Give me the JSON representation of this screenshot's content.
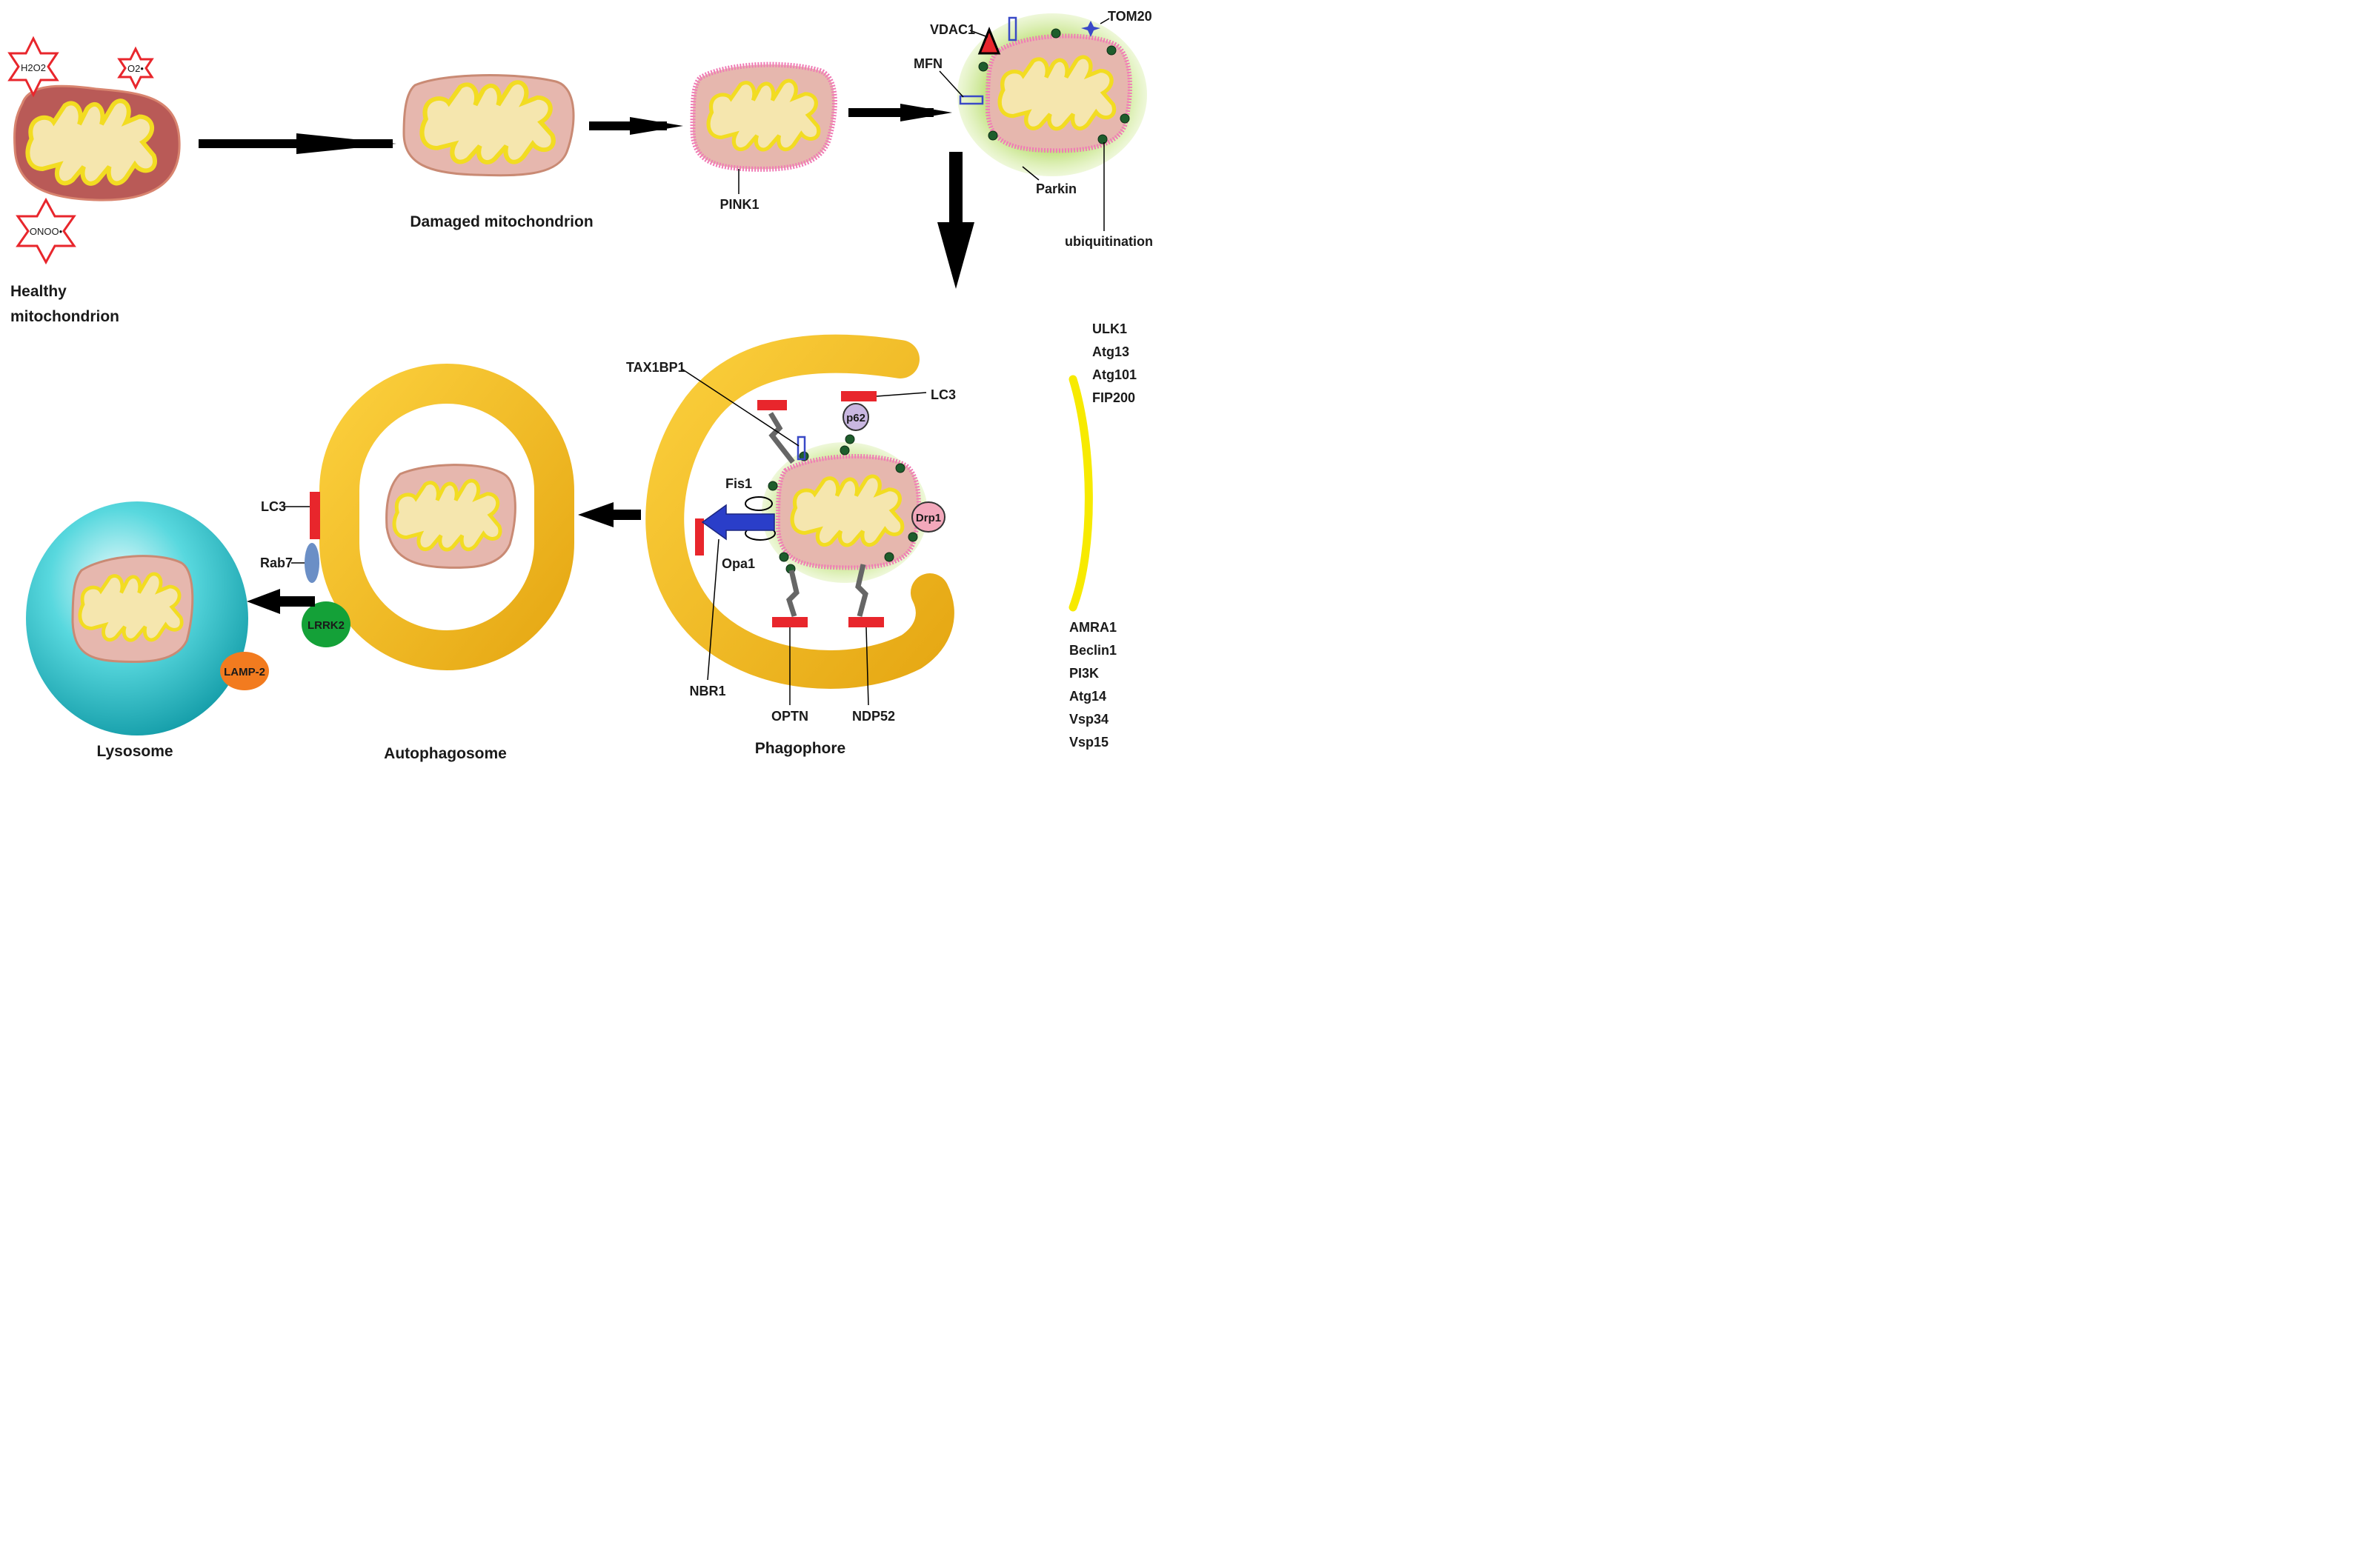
{
  "stages": {
    "healthy": "Healthy mitochondrion",
    "damaged": "Damaged mitochondrion",
    "phagophore": "Phagophore",
    "autophagosome": "Autophagosome",
    "lysosome": "Lysosome"
  },
  "ros": {
    "h2o2": "H2O2",
    "o2": "O2•",
    "onoo": "ONOO•"
  },
  "proteins": {
    "pink1": "PINK1",
    "vdac1": "VDAC1",
    "tom20": "TOM20",
    "mfn": "MFN",
    "parkin": "Parkin",
    "ubiquitination": "ubiquitination",
    "tax1bp1": "TAX1BP1",
    "lc3": "LC3",
    "p62": "p62",
    "fis1": "Fis1",
    "opa1": "Opa1",
    "drp1": "Drp1",
    "nbr1": "NBR1",
    "optn": "OPTN",
    "ndp52": "NDP52",
    "rab7": "Rab7",
    "lrrk2": "LRRK2",
    "lamp2": "LAMP-2"
  },
  "initiation_complex": [
    "ULK1",
    "Atg13",
    "Atg101",
    "FIP200"
  ],
  "nucleation_complex": [
    "AMRA1",
    "Beclin1",
    "PI3K",
    "Atg14",
    "Vsp34",
    "Vsp15"
  ],
  "colors": {
    "healthy_outer": "#b95a57",
    "damaged_outer": "#e6b7ae",
    "cristae_fill": "#f5e6ae",
    "cristae_stroke": "#f2dc22",
    "membrane_yellow": "#f3b81f",
    "parkin_green": "#b8dd6e",
    "ubiquitin_dot": "#1e5d2c",
    "lc3_red": "#e8262c",
    "lysosome_cyan": "#2bc6cf",
    "lrrk2_green": "#14a138",
    "lamp2_orange": "#f27b1f",
    "rab7_blue": "#6b8fc6",
    "p62_lilac": "#c9b7e1",
    "drp1_pink": "#f2a8bb",
    "nbr1_arrow": "#2a3ec9"
  }
}
